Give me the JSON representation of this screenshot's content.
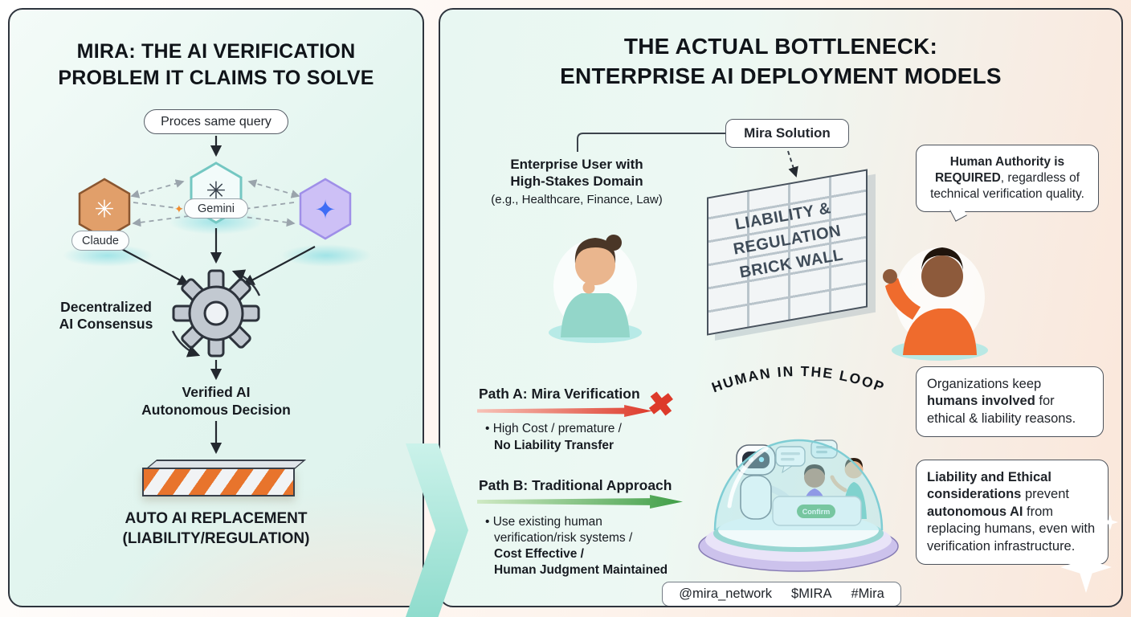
{
  "colors": {
    "ink": "#171b21",
    "panel_border": "#2e343d",
    "accent_red": "#dd3a2a",
    "accent_green": "#3f9e47",
    "accent_orange": "#e8742c",
    "teal_glow": "#9adfd8"
  },
  "icons": {
    "openai_glyph": "✳",
    "model_sparkle_glyph": "✦",
    "accent_sparkle_glyph": "✦",
    "cross_glyph": "✖"
  },
  "left_panel": {
    "title_line1": "MIRA: THE AI VERIFICATION",
    "title_line2": "PROBLEM IT CLAIMS TO SOLVE",
    "query_pill": "Proces same query",
    "claude_label": "Claude",
    "gemini_label": "Gemini",
    "consensus_line1": "Decentralized",
    "consensus_line2": "AI Consensus",
    "verified_line1": "Verified AI",
    "verified_line2": "Autonomous Decision",
    "caption_line1": "AUTO AI REPLACEMENT",
    "caption_line2": "(LIABILITY/REGULATION)"
  },
  "right_panel": {
    "title_line1": "THE ACTUAL BOTTLENECK:",
    "title_line2": "ENTERPRISE AI DEPLOYMENT MODELS",
    "mira_solution_pill": "Mira Solution",
    "enterprise_user_line1": "Enterprise User with",
    "enterprise_user_line2": "High-Stakes Domain",
    "enterprise_user_line3": "(e.g., Healthcare, Finance, Law)",
    "wall_line1": "LIABILITY &",
    "wall_line2": "REGULATION",
    "wall_line3": "BRICK WALL",
    "authority_note_bold": "Human Authority is REQUIRED",
    "authority_note_rest": ", regardless of technical verification quality.",
    "path_a_title": "Path A: Mira Verification",
    "path_a_detail_line1": "• High Cost / premature /",
    "path_a_detail_line2": "No Liability Transfer",
    "path_b_title": "Path B: Traditional Approach",
    "path_b_detail_line1": "• Use existing human",
    "path_b_detail_line2": "verification/risk systems /",
    "path_b_detail_line3": "Cost Effective /",
    "path_b_detail_line4": "Human Judgment Maintained",
    "human_loop_arc": "HUMAN IN THE LOOP",
    "confirm_button": "Confirm",
    "note_organizations_pre": "Organizations keep ",
    "note_organizations_bold": "humans involved",
    "note_organizations_post": " for ethical & liability reasons.",
    "note_liability_bold1": "Liability and Ethical considerations",
    "note_liability_mid": " prevent ",
    "note_liability_bold2": "autonomous AI",
    "note_liability_post": " from replacing humans, even with verification infrastructure.",
    "footer_handle": "@mira_network",
    "footer_ticker": "$MIRA",
    "footer_hashtag": "#Mira"
  }
}
